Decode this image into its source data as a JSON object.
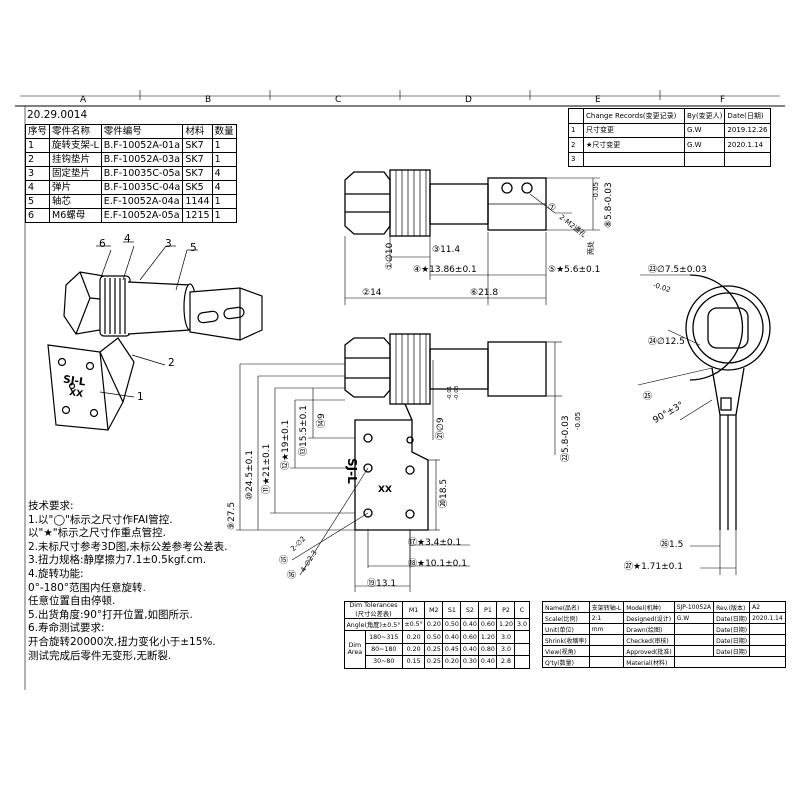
{
  "grid": {
    "columns": [
      "A",
      "B",
      "C",
      "D",
      "E",
      "F"
    ]
  },
  "drawing_no": "20.29.0014",
  "bom": {
    "headers": [
      "序号",
      "零件名称",
      "零件编号",
      "材料",
      "数量"
    ],
    "rows": [
      [
        "1",
        "旋转支架-L",
        "B.F-10052A-01a",
        "SK7",
        "1"
      ],
      [
        "2",
        "挂钩垫片",
        "B.F-10052A-03a",
        "SK7",
        "1"
      ],
      [
        "3",
        "固定垫片",
        "B.F-10035C-05a",
        "SK7",
        "4"
      ],
      [
        "4",
        "弹片",
        "B.F-10035C-04a",
        "SK5",
        "4"
      ],
      [
        "5",
        "轴芯",
        "E.F-10052A-04a",
        "1144",
        "1"
      ],
      [
        "6",
        "M6螺母",
        "E.F-10052A-05a",
        "1215",
        "1"
      ]
    ]
  },
  "changes": {
    "headers": [
      "",
      "Change Records(变更记录)",
      "By(变更人)",
      "Date(日期)"
    ],
    "rows": [
      [
        "1",
        "尺寸变更",
        "G.W",
        "2019.12.26"
      ],
      [
        "2",
        "★尺寸变更",
        "G.W",
        "2020.1.14"
      ],
      [
        "3",
        "",
        "",
        ""
      ]
    ]
  },
  "iso_labels": [
    "6",
    "4",
    "3",
    "5",
    "2",
    "1"
  ],
  "marking": {
    "brand": "SJ-L",
    "code": "XX"
  },
  "dims": {
    "d1": "①∅10",
    "d2": "②14",
    "d3": "③11.4",
    "d4": "④★13.86±0.1",
    "d5": "⑤★5.6±0.1",
    "d6": "⑥21.8",
    "d7": "⑦",
    "d7b": "2-M2通孔",
    "d8": "⑧5.8-0.03",
    "d8b": "-0.05",
    "d8c": "两处",
    "d9": "⑨27.5",
    "d10": "⑩24.5±0.1",
    "d11": "⑪★21±0.1",
    "d12": "⑫★19±0.1",
    "d13": "⑬15.5±0.1",
    "d14": "⑭9",
    "d15": "⑮",
    "d15b": "2-∅2",
    "d16": "⑯",
    "d16b": "4-∅2.3",
    "d17": "⑰★3.4±0.1",
    "d18": "⑱★10.1±0.1",
    "d19": "⑲13.1",
    "d20": "⑳18.5",
    "d21": "㉑∅9",
    "d21b": "-0.01",
    "d21c": "-0.03",
    "d22": "㉒5.8-0.03",
    "d22b": "-0.05",
    "d23": "㉓∅7.5±0.03",
    "d23b": "-0.02",
    "d24": "㉔∅12.5",
    "d25": "㉕",
    "d25b": "90°±3°",
    "d26": "㉖1.5",
    "d27": "㉗★1.71±0.1"
  },
  "notes": [
    "技术要求:",
    "1.以\"◯\"标示之尺寸作FAI管控.",
    "   以\"★\"标示之尺寸作重点管控.",
    "2.未标尺寸参考3D图,未标公差参考公差表.",
    "3.扭力规格:静摩擦力7.1±0.5kgf.cm.",
    "4.旋转功能:",
    "   0°-180°范围内任意旋转.",
    "   任意位置自由停顿.",
    "5.出货角度:90°打开位置,如图所示.",
    "6.寿命测试要求:",
    "   开合旋转20000次,扭力变化小于±15%.",
    "   测试完成后零件无变形,无断裂."
  ],
  "tolerance": {
    "title": "Dim Tolerances",
    "title_sub": "(尺寸公差表)",
    "cols": [
      "M1",
      "M2",
      "S1",
      "S2",
      "P1",
      "P2",
      "C"
    ],
    "row_angle": [
      "Angle(角度)±0.5°",
      "±0.5°",
      "0.20",
      "0.50",
      "0.40",
      "0.60",
      "1.20",
      "3.0"
    ],
    "dim_label": "Dim",
    "area_label": "Area",
    "rows": [
      [
        "180~315",
        "0.20",
        "0.50",
        "0.40",
        "0.60",
        "1.20",
        "3.0"
      ],
      [
        "80~180",
        "0.20",
        "0.25",
        "0.45",
        "0.40",
        "0.80",
        "3.0"
      ],
      [
        "30~80",
        "0.15",
        "0.25",
        "0.20",
        "0.30",
        "0.40",
        "2.8"
      ]
    ]
  },
  "title_block": {
    "name_label": "Name(品名)",
    "name": "支架转轴-L",
    "model_label": "Model(机种)",
    "model": "SJP-10052A",
    "rev_label": "Rev.(版本)",
    "rev": "A2",
    "scale_label": "Scale(比例)",
    "scale": "2:1",
    "unit_label": "Unit(单位)",
    "unit": "mm",
    "designed_label": "Designed(设计)",
    "designed": "G.W",
    "date_label": "Date(日期)",
    "date": "2020.1.14",
    "drawn_label": "Drawn(绘图)",
    "checked_label": "Checked(审核)",
    "approved_label": "Approved(批准)",
    "shrink_label": "Shrink(收缩率)",
    "view_label": "View(视角)",
    "qty_label": "Q'ty(数量)",
    "mat_label": "Material(材料)"
  }
}
